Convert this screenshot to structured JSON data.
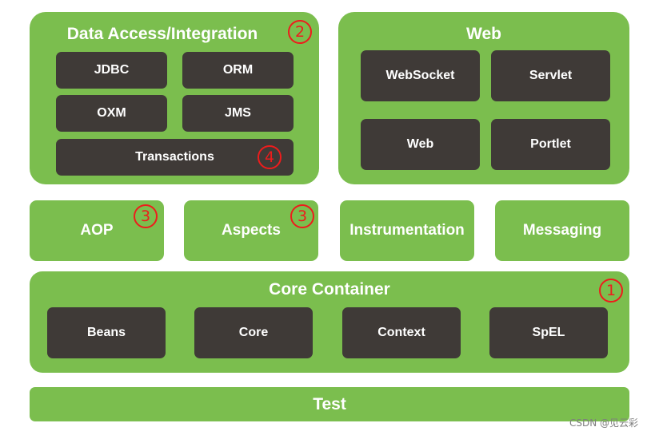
{
  "data_access": {
    "title": "Data Access/Integration",
    "marker": "2",
    "modules": [
      "JDBC",
      "ORM",
      "OXM",
      "JMS"
    ],
    "transactions": "Transactions",
    "transactions_marker": "4"
  },
  "web": {
    "title": "Web",
    "modules": [
      "WebSocket",
      "Servlet",
      "Web",
      "Portlet"
    ]
  },
  "middle": {
    "aop": "AOP",
    "aop_marker": "3",
    "aspects": "Aspects",
    "aspects_marker": "3",
    "instrumentation": "Instrumentation",
    "messaging": "Messaging"
  },
  "core_container": {
    "title": "Core Container",
    "marker": "1",
    "modules": [
      "Beans",
      "Core",
      "Context",
      "SpEL"
    ]
  },
  "test": {
    "label": "Test"
  },
  "watermark": "CSDN @见云彩",
  "colors": {
    "group_green": "#7bbe4e",
    "module_dark": "#3f3a37",
    "marker_red": "#ee1c1c"
  }
}
